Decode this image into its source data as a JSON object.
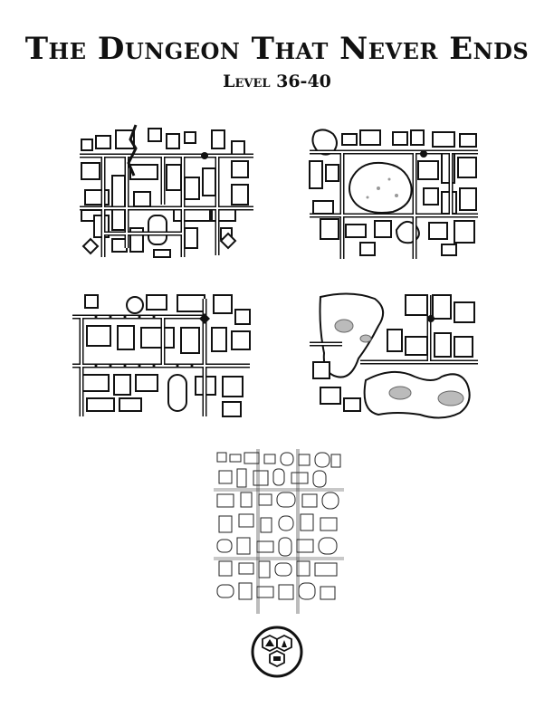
{
  "page": {
    "title": "The Dungeon That Never Ends",
    "subtitle": "Level 36-40"
  },
  "maps": [
    {
      "name": "level-36-map"
    },
    {
      "name": "level-37-map"
    },
    {
      "name": "level-38-map"
    },
    {
      "name": "level-39-map"
    },
    {
      "name": "level-40-map"
    }
  ],
  "logo": {
    "icon": "hexagon-publisher-logo-icon"
  }
}
